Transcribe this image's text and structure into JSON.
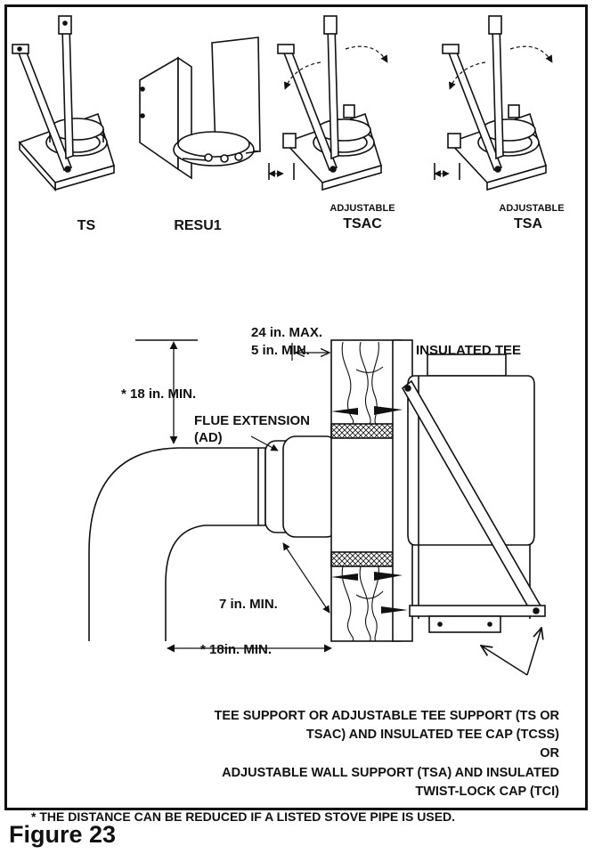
{
  "parts": {
    "ts": "TS",
    "resu1": "RESU1",
    "tsac_note": "ADJUSTABLE",
    "tsac": "TSAC",
    "tsa_note": "ADJUSTABLE",
    "tsa": "TSA"
  },
  "dimensions": {
    "max_24": "24 in. MAX.",
    "min_5": "5 in. MIN.",
    "min_18_top": "* 18 in. MIN.",
    "min_7": "7 in. MIN.",
    "min_18_bottom": "* 18in. MIN."
  },
  "labels": {
    "insulated_tee": "INSULATED TEE",
    "flue_extension": "FLUE EXTENSION",
    "flue_extension_code": "(AD)"
  },
  "callout": {
    "line1": "TEE SUPPORT OR ADJUSTABLE TEE SUPPORT (TS OR",
    "line2": "TSAC) AND INSULATED TEE CAP (TCSS)",
    "line3": "OR",
    "line4": "ADJUSTABLE WALL SUPPORT (TSA) AND INSULATED",
    "line5": "TWIST-LOCK CAP (TCI)"
  },
  "footnote": "* THE DISTANCE CAN BE REDUCED IF A LISTED STOVE PIPE IS USED.",
  "figure_title": "Figure 23"
}
